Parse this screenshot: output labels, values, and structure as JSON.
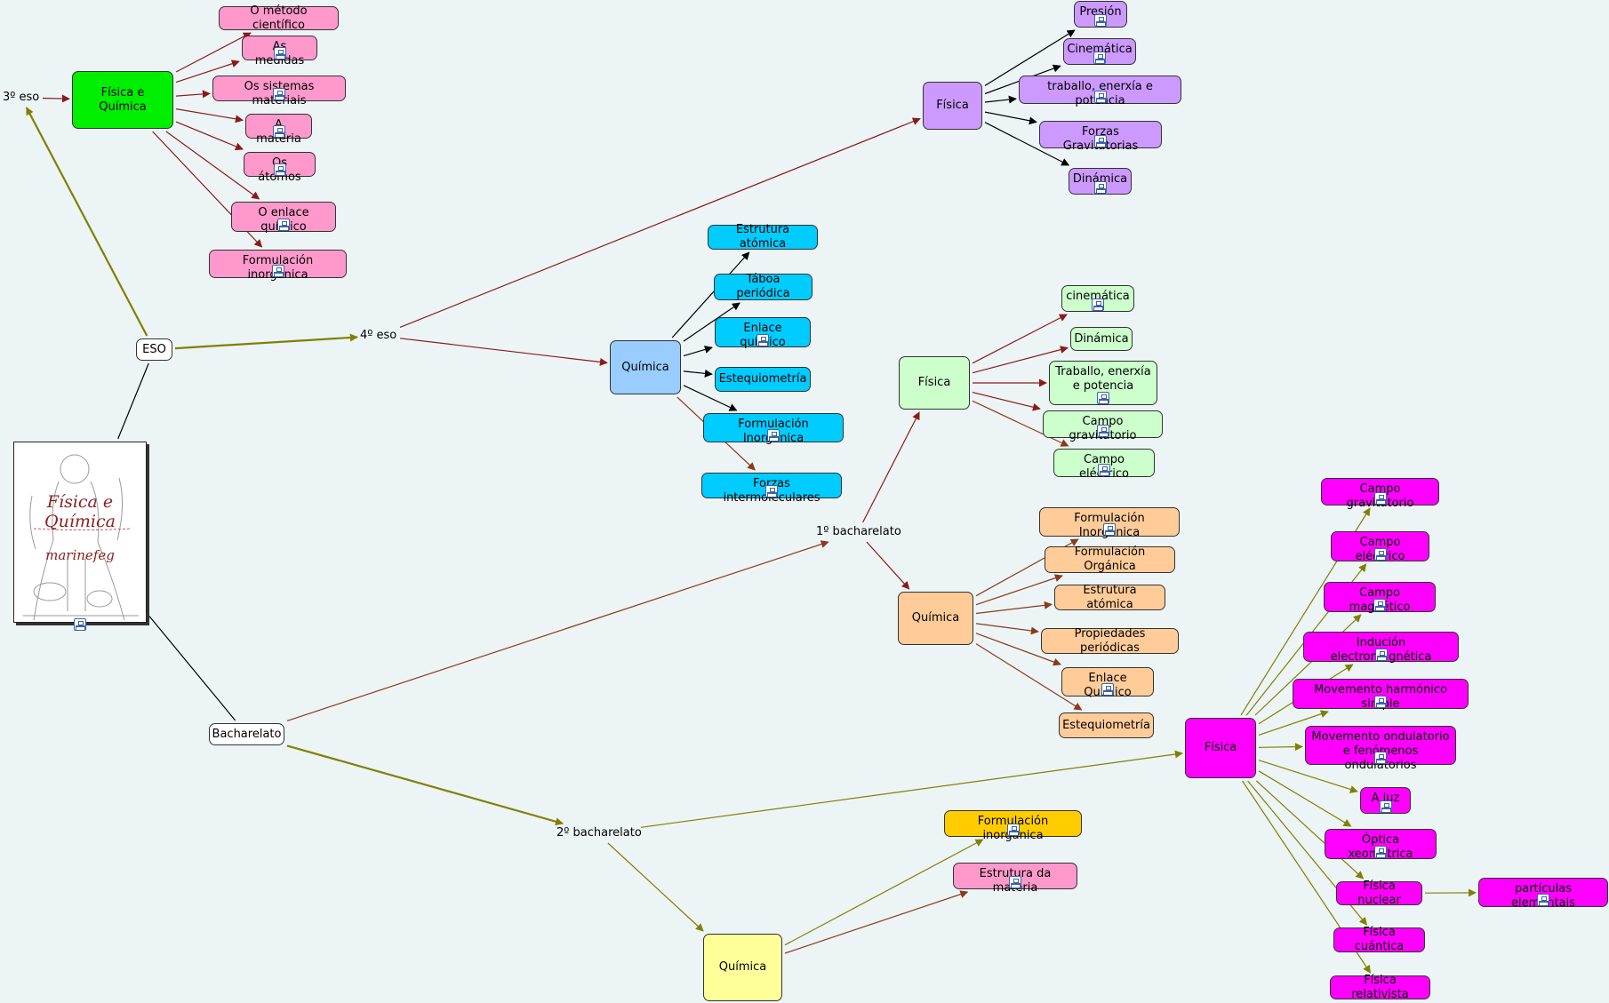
{
  "map": {
    "nodes": [
      {
        "id": "tercero",
        "label": "3º eso",
        "style": "text"
      },
      {
        "id": "fq3",
        "label": "Física e Química",
        "color": "#00ee00"
      },
      {
        "id": "metodo",
        "label": "O método científico",
        "color": "#ff99cc"
      },
      {
        "id": "medidas",
        "label": "As medidas",
        "color": "#ff99cc",
        "resource": true
      },
      {
        "id": "sistemas",
        "label": "Os sistemas materiais",
        "color": "#ff99cc",
        "resource": true
      },
      {
        "id": "materia",
        "label": "A materia",
        "color": "#ff99cc",
        "resource": true
      },
      {
        "id": "atomos",
        "label": "Os átomos",
        "color": "#ff99cc",
        "resource": true
      },
      {
        "id": "enlace3",
        "label": "O enlace químico",
        "color": "#ff99cc",
        "resource": true
      },
      {
        "id": "formulacion3",
        "label": "Formulación inorgánica",
        "color": "#ff99cc",
        "resource": true
      },
      {
        "id": "eso",
        "label": "ESO",
        "color": "#ffffff"
      },
      {
        "id": "cuarto",
        "label": "4º eso",
        "style": "text"
      },
      {
        "id": "quim4",
        "label": "Química",
        "color": "#99ccff"
      },
      {
        "id": "estrutura4",
        "label": "Estrutura atómica",
        "color": "#00ccff"
      },
      {
        "id": "taboa",
        "label": "Táboa periódica",
        "color": "#00ccff"
      },
      {
        "id": "enlace4",
        "label": "Enlace químico",
        "color": "#00ccff",
        "resource": true
      },
      {
        "id": "estequio4",
        "label": "Estequiometría",
        "color": "#00ccff"
      },
      {
        "id": "formin4",
        "label": "Formulación Inorgánica",
        "color": "#00ccff",
        "resource": true
      },
      {
        "id": "forzasint",
        "label": "Forzas intermoleculares",
        "color": "#00ccff",
        "resource": true
      },
      {
        "id": "fis4",
        "label": "Física",
        "color": "#cc99ff"
      },
      {
        "id": "presion",
        "label": "Presión",
        "color": "#cc99ff",
        "resource": true
      },
      {
        "id": "cinematica4",
        "label": "Cinemática",
        "color": "#cc99ff",
        "resource": true
      },
      {
        "id": "traballo4",
        "label": "traballo, enerxía e potencia",
        "color": "#cc99ff",
        "resource": true
      },
      {
        "id": "forzasgrav",
        "label": "Forzas Gravitatorias",
        "color": "#cc99ff",
        "resource": true
      },
      {
        "id": "dinamica4",
        "label": "Dinámica",
        "color": "#cc99ff",
        "resource": true
      },
      {
        "id": "bach1",
        "label": "1º bacharelato",
        "style": "text"
      },
      {
        "id": "fis1",
        "label": "Física",
        "color": "#ccffcc"
      },
      {
        "id": "cinematica1",
        "label": "cinemática",
        "color": "#ccffcc",
        "resource": true
      },
      {
        "id": "dinamica1",
        "label": "Dinámica",
        "color": "#ccffcc"
      },
      {
        "id": "traballo1",
        "label": "Traballo, enerxía e potencia",
        "color": "#ccffcc",
        "resource": true
      },
      {
        "id": "campograv1",
        "label": "Campo gravitatorio",
        "color": "#ccffcc",
        "resource": true
      },
      {
        "id": "campoelec1",
        "label": "Campo eléctrico",
        "color": "#ccffcc",
        "resource": true
      },
      {
        "id": "quim1",
        "label": "Química",
        "color": "#ffcc99"
      },
      {
        "id": "formin1",
        "label": "Formulación Inorgánica",
        "color": "#ffcc99",
        "resource": true
      },
      {
        "id": "formorg1",
        "label": "Formulación Orgánica",
        "color": "#ffcc99"
      },
      {
        "id": "estrutura1",
        "label": "Estrutura atómica",
        "color": "#ffcc99"
      },
      {
        "id": "propiedades1",
        "label": "Propiedades periódicas",
        "color": "#ffcc99"
      },
      {
        "id": "enlace1",
        "label": "Enlace Químico",
        "color": "#ffcc99",
        "resource": true
      },
      {
        "id": "estequio1",
        "label": "Estequiometría",
        "color": "#ffcc99"
      },
      {
        "id": "bachar",
        "label": "Bacharelato",
        "color": "#ffffff"
      },
      {
        "id": "bach2",
        "label": "2º bacharelato",
        "style": "text"
      },
      {
        "id": "quim2",
        "label": "Química",
        "color": "#ffff99"
      },
      {
        "id": "formin2",
        "label": "Formulación inorgánica",
        "color": "#ffcc00",
        "resource": true
      },
      {
        "id": "estrmat2",
        "label": "Estrutura da materia",
        "color": "#ff99cc",
        "resource": true
      },
      {
        "id": "fis2",
        "label": "Física",
        "color": "#ff00ff"
      },
      {
        "id": "campograv2",
        "label": "Campo gravitatorio",
        "color": "#ff00ff",
        "resource": true
      },
      {
        "id": "campoelec2",
        "label": "Campo eléctrico",
        "color": "#ff00ff",
        "resource": true
      },
      {
        "id": "campomag2",
        "label": "Campo magnético",
        "color": "#ff00ff",
        "resource": true
      },
      {
        "id": "inducion2",
        "label": "Indución electromagnética",
        "color": "#ff00ff",
        "resource": true
      },
      {
        "id": "movharm2",
        "label": "Movemento harmónico simple",
        "color": "#ff00ff",
        "resource": true
      },
      {
        "id": "movond2",
        "label": "Movemento ondulatorio e fenómenos ondulatorios",
        "color": "#ff00ff",
        "resource": true
      },
      {
        "id": "luz2",
        "label": "A luz",
        "color": "#ff00ff",
        "resource": true
      },
      {
        "id": "optica2",
        "label": "Óptica xeométrica",
        "color": "#ff00ff",
        "resource": true
      },
      {
        "id": "nuclear2",
        "label": "Física nuclear",
        "color": "#ff00ff"
      },
      {
        "id": "particulas2",
        "label": "partículas elementais",
        "color": "#ff00ff",
        "resource": true
      },
      {
        "id": "cuantica2",
        "label": "Física cuántica",
        "color": "#ff00ff"
      },
      {
        "id": "relativ2",
        "label": "Física relativista",
        "color": "#ff00ff"
      },
      {
        "id": "portrait",
        "style": "image",
        "caption": "Física e Química",
        "signature": "marinefeg",
        "resource": true
      }
    ],
    "edges": [
      {
        "from": "portrait",
        "to": "eso",
        "color": "#000000"
      },
      {
        "from": "portrait",
        "to": "bachar",
        "color": "#000000"
      },
      {
        "from": "eso",
        "to": "tercero",
        "color": "#808000"
      },
      {
        "from": "eso",
        "to": "cuarto",
        "color": "#808000"
      },
      {
        "from": "tercero",
        "to": "fq3",
        "color": "#8b1a1a"
      },
      {
        "from": "fq3",
        "to": "metodo",
        "color": "#8b1a1a"
      },
      {
        "from": "fq3",
        "to": "medidas",
        "color": "#8b1a1a"
      },
      {
        "from": "fq3",
        "to": "sistemas",
        "color": "#8b1a1a"
      },
      {
        "from": "fq3",
        "to": "materia",
        "color": "#8b1a1a"
      },
      {
        "from": "fq3",
        "to": "atomos",
        "color": "#8b1a1a"
      },
      {
        "from": "fq3",
        "to": "enlace3",
        "color": "#8b1a1a"
      },
      {
        "from": "fq3",
        "to": "formulacion3",
        "color": "#8b1a1a"
      },
      {
        "from": "cuarto",
        "to": "fis4",
        "color": "#8b1a1a"
      },
      {
        "from": "cuarto",
        "to": "quim4",
        "color": "#8b1a1a"
      },
      {
        "from": "quim4",
        "to": "estrutura4",
        "color": "#000000"
      },
      {
        "from": "quim4",
        "to": "taboa",
        "color": "#000000"
      },
      {
        "from": "quim4",
        "to": "enlace4",
        "color": "#000000"
      },
      {
        "from": "quim4",
        "to": "estequio4",
        "color": "#000000"
      },
      {
        "from": "quim4",
        "to": "formin4",
        "color": "#000000"
      },
      {
        "from": "quim4",
        "to": "forzasint",
        "color": "#8b3a1a"
      },
      {
        "from": "fis4",
        "to": "presion",
        "color": "#000000"
      },
      {
        "from": "fis4",
        "to": "cinematica4",
        "color": "#000000"
      },
      {
        "from": "fis4",
        "to": "traballo4",
        "color": "#000000"
      },
      {
        "from": "fis4",
        "to": "forzasgrav",
        "color": "#000000"
      },
      {
        "from": "fis4",
        "to": "dinamica4",
        "color": "#000000"
      },
      {
        "from": "bachar",
        "to": "bach1",
        "color": "#8b3a1a"
      },
      {
        "from": "bachar",
        "to": "bach2",
        "color": "#808000"
      },
      {
        "from": "bach1",
        "to": "fis1",
        "color": "#8b1a1a"
      },
      {
        "from": "bach1",
        "to": "quim1",
        "color": "#8b1a1a"
      },
      {
        "from": "fis1",
        "to": "cinematica1",
        "color": "#8b1a1a"
      },
      {
        "from": "fis1",
        "to": "dinamica1",
        "color": "#8b1a1a"
      },
      {
        "from": "fis1",
        "to": "traballo1",
        "color": "#8b1a1a"
      },
      {
        "from": "fis1",
        "to": "campograv1",
        "color": "#8b1a1a"
      },
      {
        "from": "fis1",
        "to": "campoelec1",
        "color": "#8b3a1a"
      },
      {
        "from": "quim1",
        "to": "formin1",
        "color": "#8b3a1a"
      },
      {
        "from": "quim1",
        "to": "formorg1",
        "color": "#8b3a1a"
      },
      {
        "from": "quim1",
        "to": "estrutura1",
        "color": "#8b3a1a"
      },
      {
        "from": "quim1",
        "to": "propiedades1",
        "color": "#8b3a1a"
      },
      {
        "from": "quim1",
        "to": "enlace1",
        "color": "#8b3a1a"
      },
      {
        "from": "quim1",
        "to": "estequio1",
        "color": "#8b3a1a"
      },
      {
        "from": "bach2",
        "to": "fis2",
        "color": "#808000"
      },
      {
        "from": "bach2",
        "to": "quim2",
        "color": "#808000"
      },
      {
        "from": "quim2",
        "to": "formin2",
        "color": "#808000"
      },
      {
        "from": "quim2",
        "to": "estrmat2",
        "color": "#8b3a1a"
      },
      {
        "from": "fis2",
        "to": "campograv2",
        "color": "#808000"
      },
      {
        "from": "fis2",
        "to": "campoelec2",
        "color": "#808000"
      },
      {
        "from": "fis2",
        "to": "campomag2",
        "color": "#808000"
      },
      {
        "from": "fis2",
        "to": "inducion2",
        "color": "#808000"
      },
      {
        "from": "fis2",
        "to": "movharm2",
        "color": "#808000"
      },
      {
        "from": "fis2",
        "to": "movond2",
        "color": "#808000"
      },
      {
        "from": "fis2",
        "to": "luz2",
        "color": "#808000"
      },
      {
        "from": "fis2",
        "to": "optica2",
        "color": "#808000"
      },
      {
        "from": "fis2",
        "to": "nuclear2",
        "color": "#808000"
      },
      {
        "from": "fis2",
        "to": "cuantica2",
        "color": "#808000"
      },
      {
        "from": "fis2",
        "to": "relativ2",
        "color": "#808000"
      },
      {
        "from": "nuclear2",
        "to": "particulas2",
        "color": "#808000"
      }
    ]
  }
}
